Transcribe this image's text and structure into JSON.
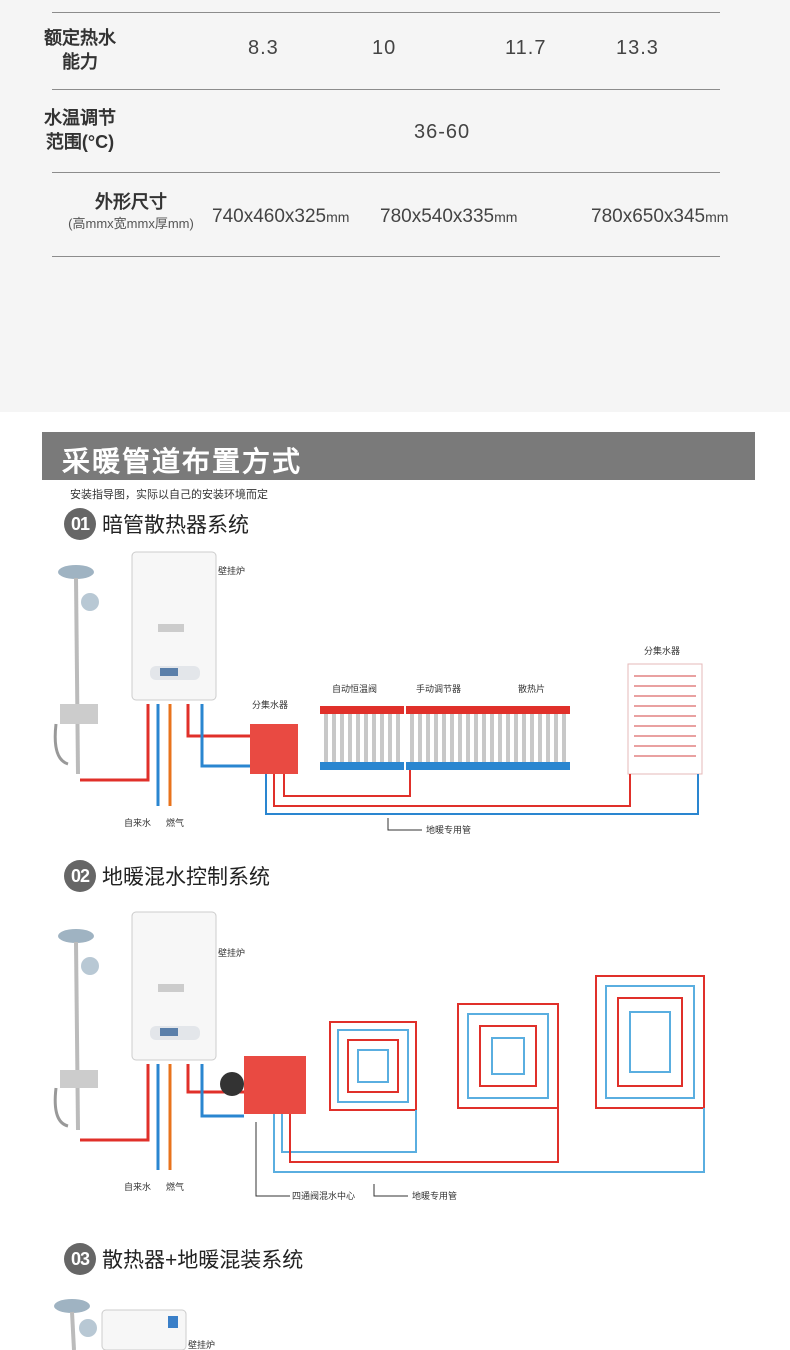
{
  "spec_table": {
    "rows": [
      {
        "label": "额定热水\n能力",
        "values": [
          "8.3",
          "10",
          "11.7",
          "13.3"
        ]
      },
      {
        "label": "水温调节\n范围(°C)",
        "values": [
          "36-60"
        ]
      },
      {
        "label": "外形尺寸",
        "sublabel": "(高mmx宽mmx厚mm)",
        "values": [
          "740x460x325",
          "780x540x335",
          "780x650x345"
        ],
        "unit": "mm"
      }
    ]
  },
  "section": {
    "title": "采暖管道布置方式",
    "note": "安装指导图，实际以自己的安装环境而定"
  },
  "systems": [
    {
      "num": "01",
      "title": "暗管散热器系统"
    },
    {
      "num": "02",
      "title": "地暖混水控制系统"
    },
    {
      "num": "03",
      "title": "散热器+地暖混装系统"
    }
  ],
  "diagram1": {
    "boiler": "壁挂炉",
    "manifold": "分集水器",
    "auto_valve": "自动恒温阀",
    "manual_valve": "手动调节器",
    "radiator": "散热片",
    "manifold_right": "分集水器",
    "tap_water": "自来水",
    "gas": "燃气",
    "floor_pipe": "地暖专用管"
  },
  "diagram2": {
    "boiler": "壁挂炉",
    "tap_water": "自来水",
    "gas": "燃气",
    "mix_center": "四通阀混水中心",
    "floor_pipe": "地暖专用管"
  },
  "diagram3": {
    "boiler": "壁挂炉"
  },
  "colors": {
    "hot": "#e0302a",
    "cold": "#2a86d0",
    "gas": "#e8731c",
    "header": "#7a7a7a"
  }
}
